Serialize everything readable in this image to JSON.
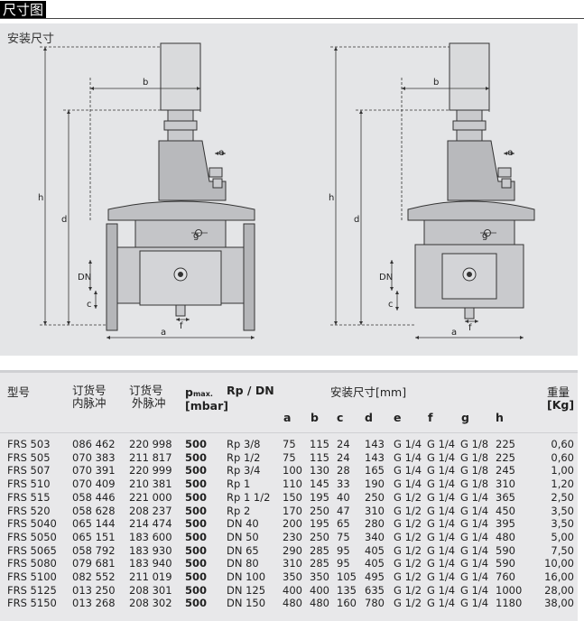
{
  "page_title": "尺寸图",
  "drawing": {
    "caption": "安装尺寸",
    "labels": {
      "b": "b",
      "h": "h",
      "d": "d",
      "e": "e",
      "g": "g",
      "DN": "DN",
      "c": "c",
      "f": "f",
      "a": "a"
    }
  },
  "table": {
    "headers": {
      "model": "型号",
      "order_internal_1": "订货号",
      "order_internal_2": "内脉冲",
      "order_external_1": "订货号",
      "order_external_2": "外脉冲",
      "pmax_p": "p",
      "pmax_sub": "max.",
      "pmax_unit": "[mbar]",
      "rp_dn": "Rp / DN",
      "install_dims": "安装尺寸[mm]",
      "weight_1": "重量",
      "weight_2": "[Kg]",
      "a": "a",
      "b": "b",
      "c": "c",
      "d": "d",
      "e": "e",
      "f": "f",
      "g": "g",
      "h": "h"
    },
    "rows": [
      [
        "FRS 503",
        "086 462",
        "220 998",
        "500",
        "Rp 3/8",
        "75",
        "115",
        "24",
        "143",
        "G 1/4",
        "G 1/4",
        "G 1/8",
        "225",
        "0,60"
      ],
      [
        "FRS 505",
        "070 383",
        "211 817",
        "500",
        "Rp 1/2",
        "75",
        "115",
        "24",
        "143",
        "G 1/4",
        "G 1/4",
        "G 1/8",
        "225",
        "0,60"
      ],
      [
        "FRS 507",
        "070 391",
        "220 999",
        "500",
        "Rp 3/4",
        "100",
        "130",
        "28",
        "165",
        "G 1/4",
        "G 1/4",
        "G 1/8",
        "245",
        "1,00"
      ],
      [
        "FRS 510",
        "070 409",
        "210 381",
        "500",
        "Rp 1",
        "110",
        "145",
        "33",
        "190",
        "G 1/4",
        "G 1/4",
        "G 1/8",
        "310",
        "1,20"
      ],
      [
        "FRS 515",
        "058 446",
        "221 000",
        "500",
        "Rp 1 1/2",
        "150",
        "195",
        "40",
        "250",
        "G 1/2",
        "G 1/4",
        "G 1/4",
        "365",
        "2,50"
      ],
      [
        "FRS 520",
        "058 628",
        "208 237",
        "500",
        "Rp 2",
        "170",
        "250",
        "47",
        "310",
        "G 1/2",
        "G 1/4",
        "G 1/4",
        "450",
        "3,50"
      ],
      [
        "FRS 5040",
        "065 144",
        "214 474",
        "500",
        "DN 40",
        "200",
        "195",
        "65",
        "280",
        "G 1/2",
        "G 1/4",
        "G 1/4",
        "395",
        "3,50"
      ],
      [
        "FRS 5050",
        "065 151",
        "183 600",
        "500",
        "DN 50",
        "230",
        "250",
        "75",
        "340",
        "G 1/2",
        "G 1/4",
        "G 1/4",
        "480",
        "5,00"
      ],
      [
        "FRS 5065",
        "058 792",
        "183 930",
        "500",
        "DN 65",
        "290",
        "285",
        "95",
        "405",
        "G 1/2",
        "G 1/4",
        "G 1/4",
        "590",
        "7,50"
      ],
      [
        "FRS 5080",
        "079 681",
        "183 940",
        "500",
        "DN 80",
        "310",
        "285",
        "95",
        "405",
        "G 1/2",
        "G 1/4",
        "G 1/4",
        "590",
        "10,00"
      ],
      [
        "FRS 5100",
        "082 552",
        "211 019",
        "500",
        "DN 100",
        "350",
        "350",
        "105",
        "495",
        "G 1/2",
        "G 1/4",
        "G 1/4",
        "760",
        "16,00"
      ],
      [
        "FRS 5125",
        "013 250",
        "208 301",
        "500",
        "DN 125",
        "400",
        "400",
        "135",
        "635",
        "G 1/2",
        "G 1/4",
        "G 1/4",
        "1000",
        "28,00"
      ],
      [
        "FRS 5150",
        "013 268",
        "208 302",
        "500",
        "DN 150",
        "480",
        "480",
        "160",
        "780",
        "G 1/2",
        "G 1/4",
        "G 1/4",
        "1180",
        "38,00"
      ]
    ]
  }
}
